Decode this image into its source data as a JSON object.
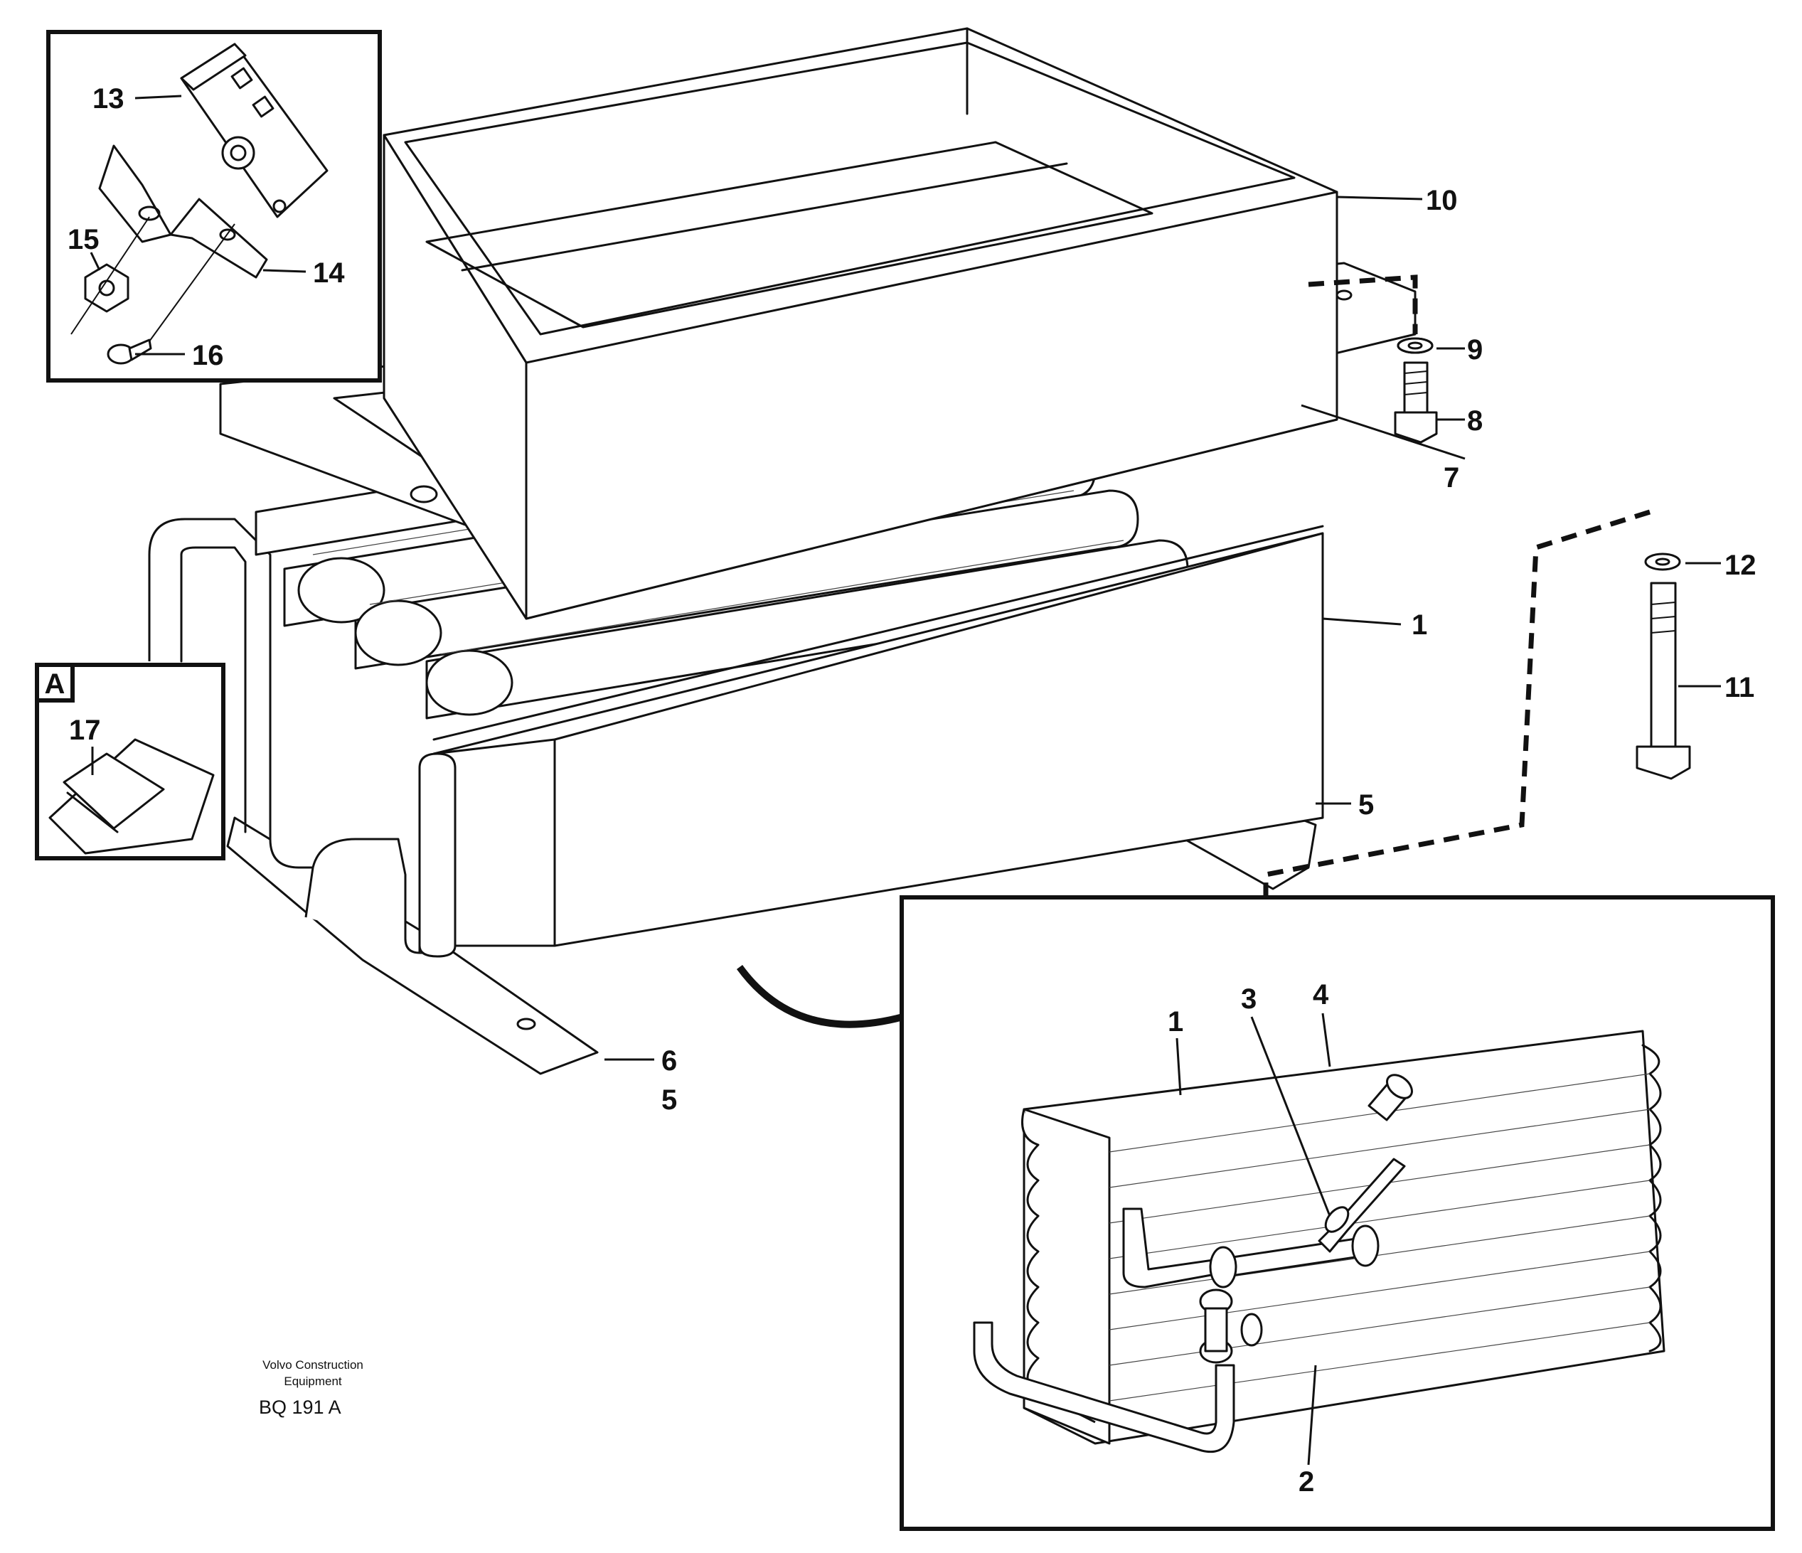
{
  "callouts": {
    "c1": "1",
    "c2": "2",
    "c3": "3",
    "c4": "4",
    "c5": "5",
    "c6": "6",
    "c7": "7",
    "c8": "8",
    "c9": "9",
    "c10": "10",
    "c11": "11",
    "c12": "12",
    "c13": "13",
    "c14": "14",
    "c15": "15",
    "c16": "16",
    "c17": "17",
    "detail_1": "1",
    "detail_5": "5"
  },
  "detail_label": "A",
  "caption": {
    "line1": "Volvo Construction",
    "line2": "Equipment",
    "code": "BQ 191 A"
  }
}
